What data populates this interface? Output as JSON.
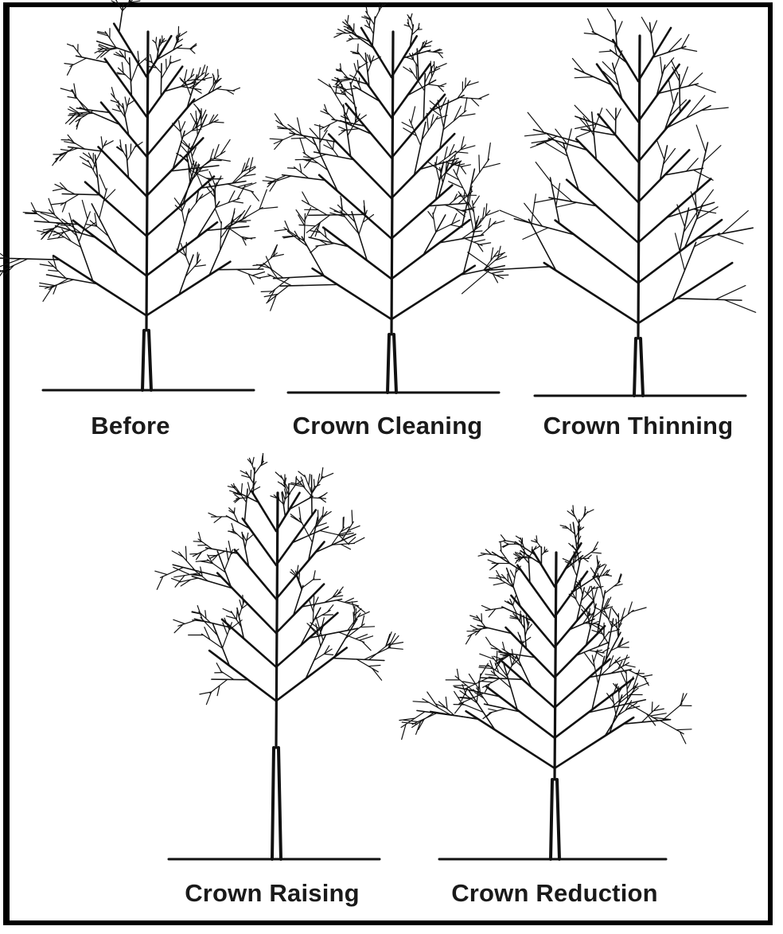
{
  "figure": {
    "panels": [
      {
        "id": "before",
        "label": "Before",
        "variant": "full"
      },
      {
        "id": "crown-cleaning",
        "label": "Crown Cleaning",
        "variant": "cleaned"
      },
      {
        "id": "crown-thinning",
        "label": "Crown Thinning",
        "variant": "thinned"
      },
      {
        "id": "crown-raising",
        "label": "Crown Raising",
        "variant": "raised"
      },
      {
        "id": "crown-reduction",
        "label": "Crown Reduction",
        "variant": "reduced"
      }
    ]
  },
  "colors": {
    "ink": "#111111",
    "border": "#000000",
    "background": "#ffffff"
  }
}
